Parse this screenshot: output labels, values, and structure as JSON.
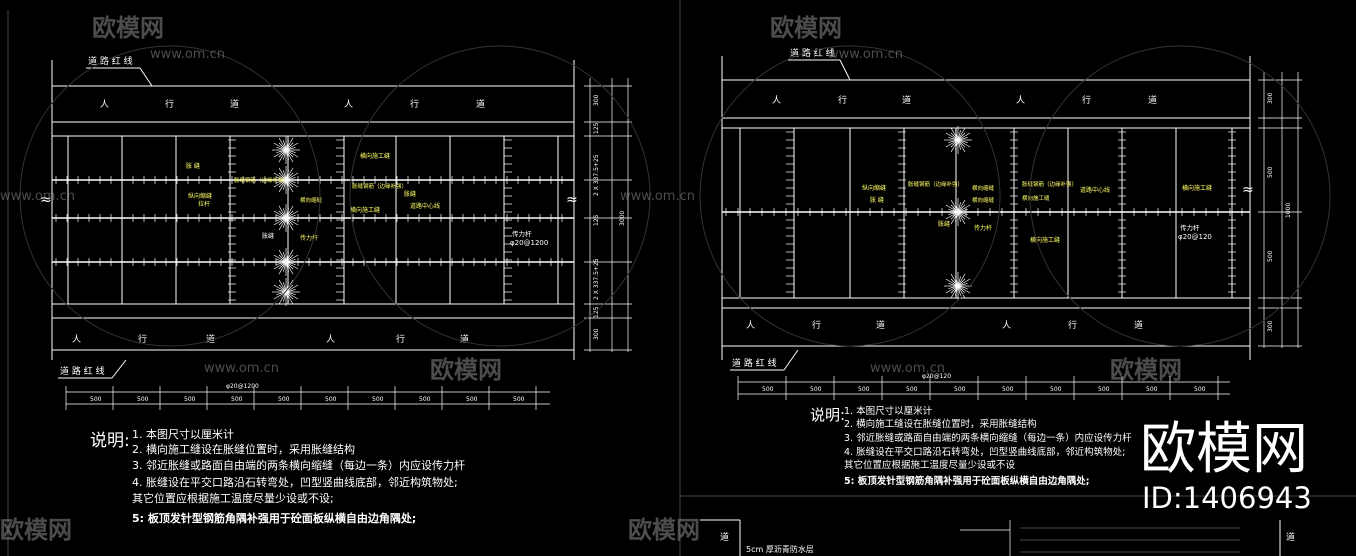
{
  "colors": {
    "background": "#000000",
    "lines": "#ffffff",
    "callouts": "#ffff66",
    "watermark": "#8a8a8a"
  },
  "watermark": {
    "logo_text": "欧模网",
    "url": "www.om.cn",
    "big_logo": "欧模网",
    "id_text": "ID:1406943"
  },
  "left_plan": {
    "road_red_line_top": "道 路 红 线",
    "road_red_line_bottom": "道 路 红 线",
    "sidewalk_chars": [
      "人",
      "行",
      "道",
      "人",
      "行",
      "道"
    ],
    "labels": {
      "expansion_joint": "胀 缝",
      "longitudinal_shrink": "纵向缩缝",
      "transverse_joint": "横向施工缝",
      "edge_rebar": "胀缝钢筋（边缘补强）",
      "transverse_shrink": "横向缩缝",
      "road_center": "道路中心线",
      "dowel": "传力杆",
      "dowel_spec": "φ20@1200",
      "tie_bar": "拉杆",
      "expansion": "胀缝",
      "trans_work": "横向施工缝",
      "road_center_2": "道路中心线"
    },
    "dim_right": [
      "300",
      "125",
      "2 X 337.5+25",
      "125",
      "2 X 337.5+25",
      "125",
      "300",
      "3000"
    ],
    "dim_bottom_top": "φ20@1200",
    "dim_bottom": [
      "500",
      "500",
      "500",
      "500",
      "500",
      "500",
      "500",
      "500",
      "500",
      "500"
    ]
  },
  "right_plan": {
    "road_red_line_top": "道 路 红 线",
    "road_red_line_bottom": "道 路 红 线",
    "sidewalk_chars": [
      "人",
      "行",
      "道",
      "人",
      "行",
      "道",
      "人",
      "行",
      "道",
      "人",
      "行",
      "道"
    ],
    "labels": {
      "longitudinal_shrink": "纵向缩缝",
      "edge_rebar": "胀缝钢筋（边缘补强）",
      "transverse_shrink": "横向缩缝",
      "trans_work": "横向施工缝",
      "expansion": "胀缝",
      "expansion_2": "胀 缝",
      "dowel": "传力杆",
      "road_center": "道路中心线",
      "dowel_spec": "φ20@120",
      "trans_work_2": "横向施工缝"
    },
    "dim_right": [
      "300",
      "500",
      "1000",
      "500",
      "300"
    ],
    "dim_bottom_top": "φ20@120",
    "dim_bottom": [
      "500",
      "500",
      "500",
      "500",
      "500",
      "500",
      "500",
      "500",
      "500",
      "500"
    ]
  },
  "notes_left": {
    "heading": "说明:",
    "items": [
      "1.   本图尺寸以厘米计",
      "2.   横向施工缝设在胀缝位置时，采用胀缝结构",
      "3.   邻近胀缝或路面自由端的两条横向缩缝（每边一条）内应设传力杆",
      "4.   胀缝设在平交口路沿石转弯处，凹型竖曲线底部，邻近构筑物处;",
      "       其它位置应根据施工温度尽量少设或不设;",
      "5:  板顶发针型钢筋角隅补强用于砼面板纵横自由边角隅处;"
    ]
  },
  "notes_right": {
    "heading": "说明:",
    "items": [
      "1.   本图尺寸以厘米计",
      "2.   横向施工缝设在胀缝位置时，采用胀缝结构",
      "3.   邻近胀缝或路面自由端的两条横向缩缝（每边一条）内应设传力杆",
      "4.   胀缝设在平交口路沿石转弯处，凹型竖曲线底部，邻近构筑物处;",
      "       其它位置应根据施工温度尽量少设或不设",
      "5:  板顶发针型钢筋角隅补强用于砼面板纵横自由边角隅处;"
    ]
  },
  "bottom_partial": {
    "left_char": "道",
    "right_char": "道",
    "rebar_label": "5cm 厚沥青防水层"
  }
}
